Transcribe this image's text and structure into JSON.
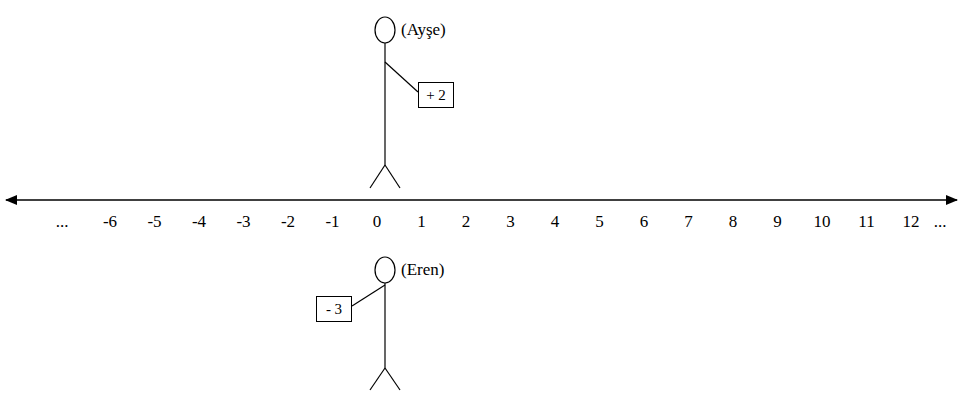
{
  "diagram": {
    "nodes": [
      {
        "text": [
          "+ 2"
        ]
      },
      {
        "text": [
          "- 3"
        ]
      }
    ],
    "labels": [
      "(Ayşe)",
      "...",
      "-6",
      "-5",
      "-4",
      "-3",
      "-2",
      "-1",
      "0",
      "1",
      "2",
      "3",
      "4",
      "5",
      "6",
      "7",
      "8",
      "9",
      "10",
      "11",
      "12",
      "...",
      "(Eren)"
    ]
  }
}
